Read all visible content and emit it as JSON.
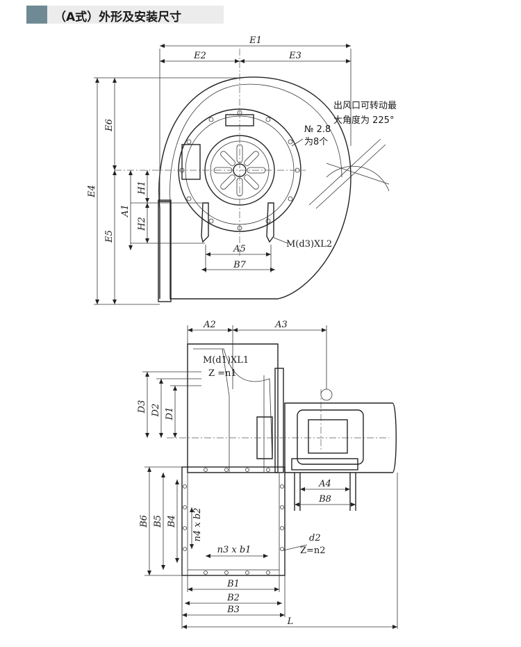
{
  "header": {
    "title": "（A式）外形及安装尺寸"
  },
  "colors": {
    "accent": "#6f8a95",
    "header_bg": "#ececec",
    "line": "#222222"
  },
  "top_view": {
    "dimensions": [
      "E1",
      "E2",
      "E3",
      "E4",
      "E6",
      "E5",
      "A1",
      "H1",
      "H2",
      "A5",
      "B7"
    ],
    "bolt_label": "M(d3)XL2",
    "hole_label_1": "№ 2.8",
    "hole_label_2": "为8个",
    "rotation_note_1": "出风口可转动最",
    "rotation_note_2": "大角度为 225°"
  },
  "side_view": {
    "dimensions": [
      "A2",
      "A3",
      "D3",
      "D2",
      "D1",
      "B6",
      "B5",
      "B4",
      "A4",
      "B8",
      "B1",
      "B2",
      "B3",
      "L"
    ],
    "flange_bolt_label": "M(d1)XL1",
    "flange_count_label": "Z =n1",
    "outlet_holes_v": "n4 x b2",
    "outlet_holes_h": "n3 x b1",
    "outlet_diam_label": "d2",
    "outlet_count_label": "Z=n2"
  }
}
